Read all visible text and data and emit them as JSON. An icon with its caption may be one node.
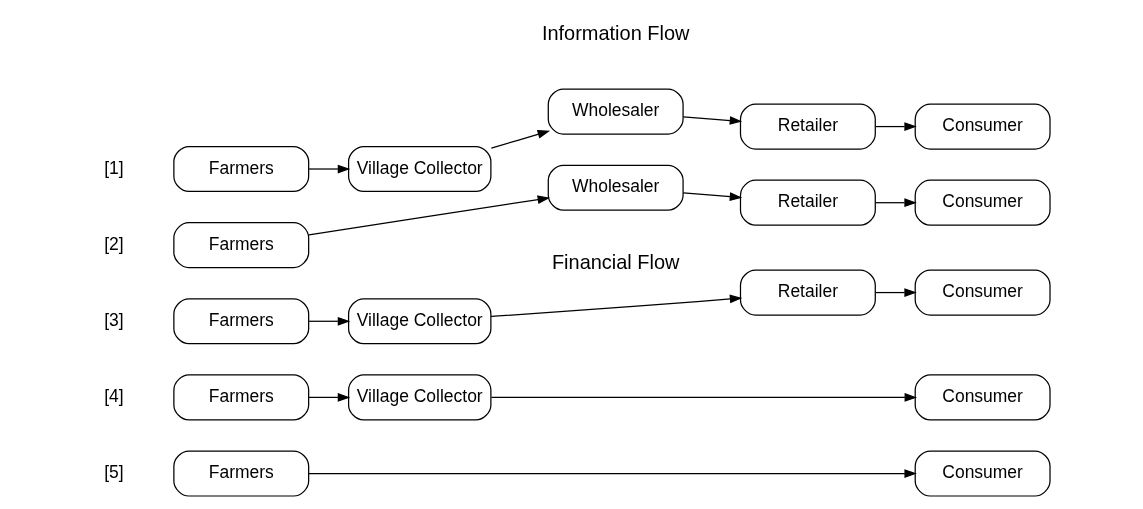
{
  "diagram": {
    "nodes": [
      {
        "text": [
          "Farmers"
        ]
      },
      {
        "text": [
          "Village Collector"
        ]
      },
      {
        "text": [
          "Wholesaler"
        ]
      },
      {
        "text": [
          "Retailer"
        ]
      },
      {
        "text": [
          "Consumer"
        ]
      },
      {
        "text": [
          "Farmers"
        ]
      },
      {
        "text": [
          "Wholesaler"
        ]
      },
      {
        "text": [
          "Retailer"
        ]
      },
      {
        "text": [
          "Consumer"
        ]
      },
      {
        "text": [
          "Farmers"
        ]
      },
      {
        "text": [
          "Village Collector"
        ]
      },
      {
        "text": [
          "Retailer"
        ]
      },
      {
        "text": [
          "Consumer"
        ]
      },
      {
        "text": [
          "Farmers"
        ]
      },
      {
        "text": [
          "Village Collector"
        ]
      },
      {
        "text": [
          "Consumer"
        ]
      },
      {
        "text": [
          "Farmers"
        ]
      },
      {
        "text": [
          "Consumer"
        ]
      }
    ],
    "edges": [
      {
        "from": 0,
        "to": 1,
        "arrow": "to"
      },
      {
        "from": 1,
        "to": 2,
        "arrow": "to"
      },
      {
        "from": 2,
        "to": 3,
        "arrow": "to"
      },
      {
        "from": 3,
        "to": 4,
        "arrow": "to"
      },
      {
        "from": 5,
        "to": 6,
        "arrow": "to"
      },
      {
        "from": 6,
        "to": 7,
        "arrow": "to"
      },
      {
        "from": 7,
        "to": 8,
        "arrow": "to"
      },
      {
        "from": 9,
        "to": 10,
        "arrow": "to"
      },
      {
        "from": 10,
        "to": 11,
        "arrow": "to"
      },
      {
        "from": 11,
        "to": 12,
        "arrow": "to"
      },
      {
        "from": 13,
        "to": 14,
        "arrow": "to"
      },
      {
        "from": 14,
        "to": 15,
        "arrow": "to"
      },
      {
        "from": 16,
        "to": 17,
        "arrow": "to"
      }
    ],
    "labels": [
      "Information Flow",
      "[1]",
      "[2]",
      "[3]",
      "[4]",
      "[5]",
      "Financial Flow"
    ]
  }
}
